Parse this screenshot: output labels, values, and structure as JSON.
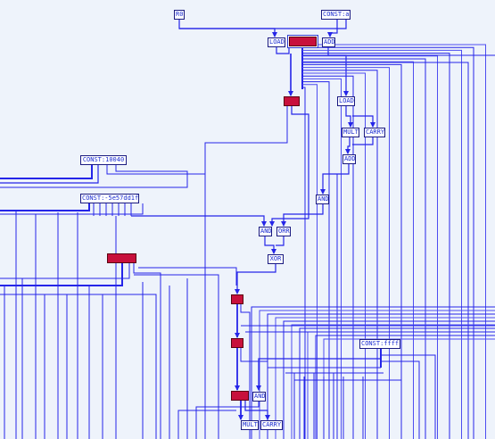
{
  "style": {
    "edge_color": "#2525e8",
    "edge_color_light": "#4d4df0",
    "background": "#eef3fb",
    "selected_color": "#c8103c"
  },
  "nodes": {
    "n_r0": "R0",
    "n_const_a": "CONST:a",
    "n_load1": "LOAD",
    "n_red_top": "",
    "n_add1": "ADD",
    "n_red2": "",
    "n_load2": "LOAD",
    "n_mult1": "MULT",
    "n_carry1": "CARRY",
    "n_add2": "ADD",
    "n_const_10": "CONST:10040",
    "n_const_neg": "CONST:-5e57dd1f",
    "n_and1": "AND",
    "n_and2": "AND",
    "n_orr": "ORR",
    "n_xor": "XOR",
    "n_red_wide": "",
    "n_red3": "",
    "n_red4": "",
    "n_const_ffff": "CONST:ffff",
    "n_red5": "",
    "n_and3": "AND",
    "n_mult2": "MULT",
    "n_carry2": "CARRY"
  }
}
